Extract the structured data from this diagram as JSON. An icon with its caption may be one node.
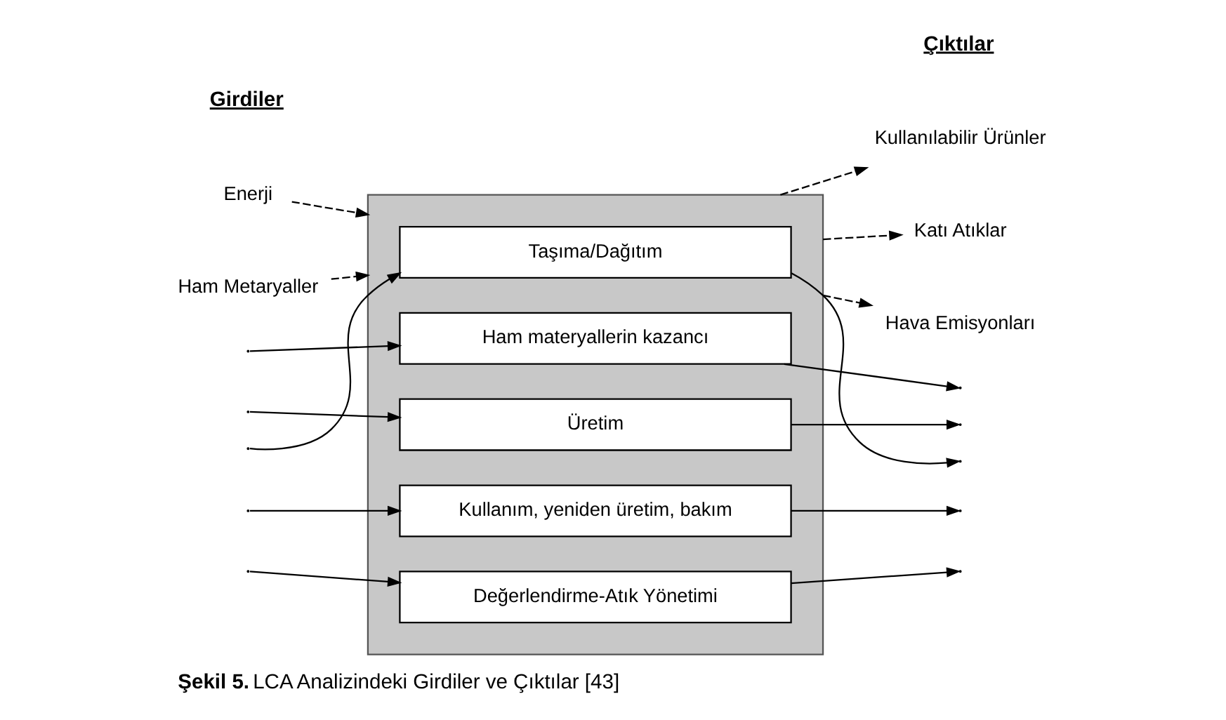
{
  "diagram": {
    "caption": "**Şekil 5.** LCA Analizindeki Girdiler ve Çıktılar [43]",
    "nodes": [
      {
        "text": [],
        "shape": "box"
      },
      {
        "text": [
          "Ham materyallerin kazancı"
        ],
        "in": 0
      },
      {
        "text": [
          "Üretim"
        ],
        "in": 0
      },
      {
        "text": [
          "Taşıma/Dağıtım"
        ],
        "in": 0
      },
      {
        "text": [
          "Kullanım, yeniden üretim, bakım"
        ],
        "in": 0
      },
      {
        "text": [
          "Değerlendirme-Atık Yönetimi"
        ],
        "in": 0
      },
      {
        "text": [
          "Enerji"
        ]
      },
      {
        "text": [
          "Ham Metaryaller"
        ]
      },
      {
        "text": [
          "Kullanılabilir Ürünler"
        ]
      },
      {
        "text": [
          "Katı Atıklar"
        ]
      },
      {
        "text": [
          "Hava Emisyonları"
        ]
      }
    ],
    "edges": [
      {
        "from": 1,
        "to": null,
        "arrow": "to"
      },
      {
        "from": 2,
        "to": null,
        "arrow": "to"
      },
      {
        "from": 3,
        "to": null,
        "arrow": "to"
      },
      {
        "from": 4,
        "to": null,
        "arrow": "to"
      },
      {
        "from": 5,
        "to": null,
        "arrow": "to"
      },
      {
        "from": null,
        "to": 1,
        "arrow": "to"
      },
      {
        "from": null,
        "to": 2,
        "arrow": "to"
      },
      {
        "from": null,
        "to": 3,
        "arrow": "to"
      },
      {
        "from": null,
        "to": 4,
        "arrow": "to"
      },
      {
        "from": null,
        "to": 5,
        "arrow": "to"
      },
      {
        "from": 6,
        "to": 0,
        "arrow": "to",
        "style": "dashed"
      },
      {
        "from": 7,
        "to": 0,
        "arrow": "to",
        "style": "dashed"
      },
      {
        "from": 0,
        "to": 8,
        "arrow": "to",
        "style": "dashed"
      },
      {
        "from": 0,
        "to": 9,
        "arrow": "to",
        "style": "dashed"
      },
      {
        "from": 0,
        "to": 10,
        "arrow": "to",
        "style": "dashed"
      }
    ],
    "labels": [
      "Girdiler",
      "Çıktılar"
    ]
  }
}
